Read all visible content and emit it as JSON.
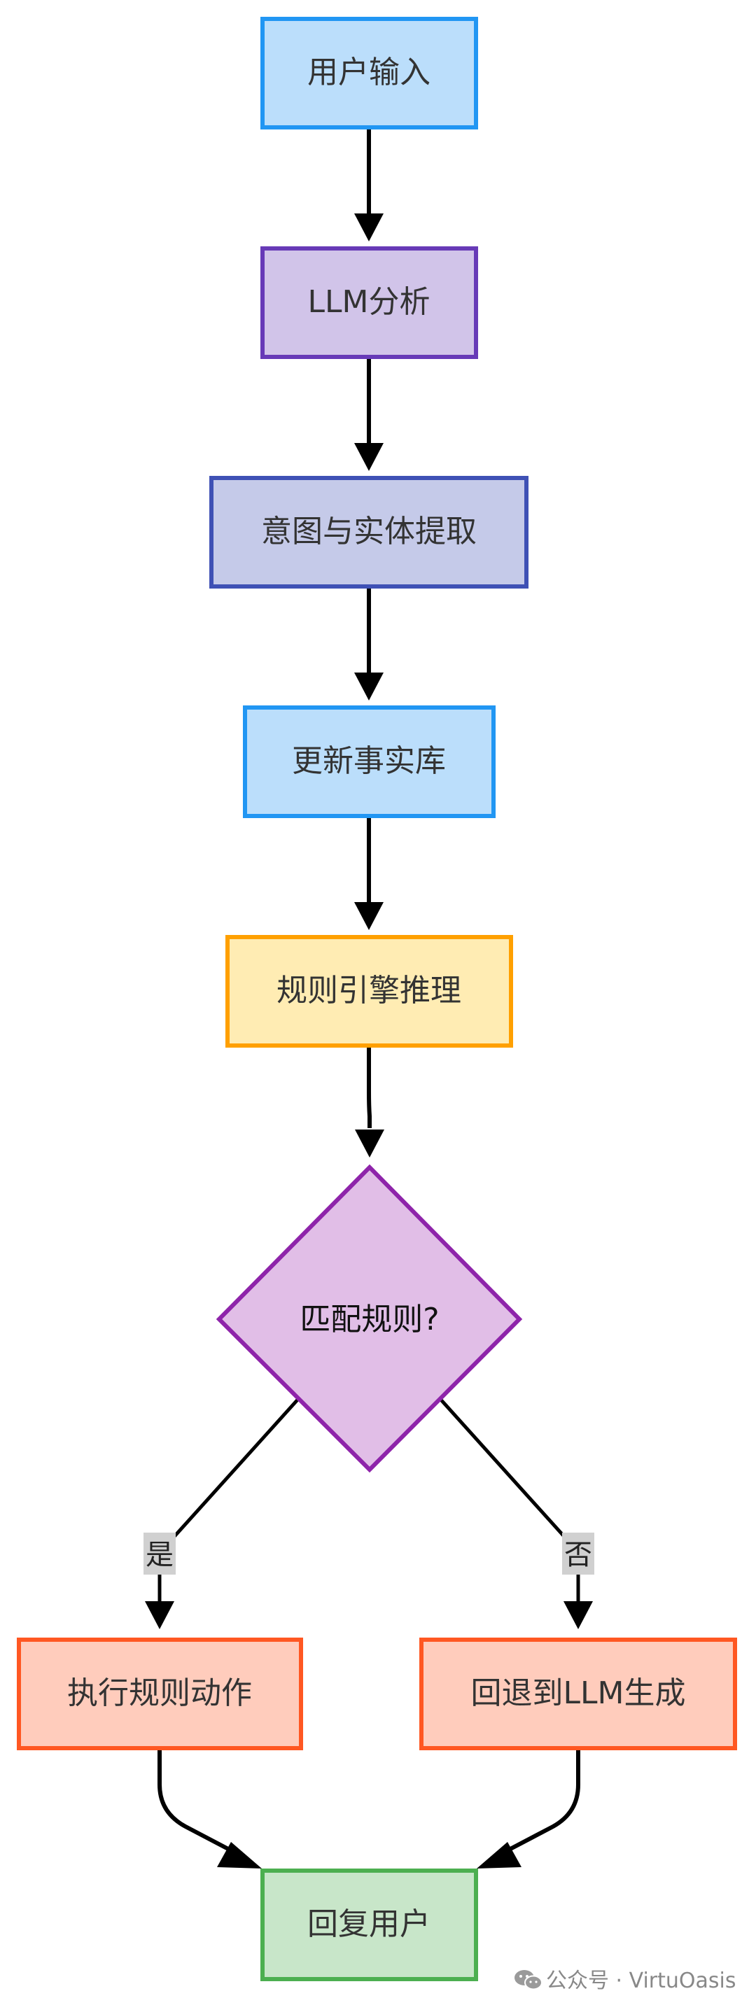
{
  "diagram": {
    "nodes": {
      "user_input": {
        "label": "用户输入",
        "fill": "#bbdefb",
        "stroke": "#2196f3"
      },
      "llm_analysis": {
        "label": "LLM分析",
        "fill": "#d1c4e9",
        "stroke": "#673ab7"
      },
      "intent_extraction": {
        "label": "意图与实体提取",
        "fill": "#c5cae9",
        "stroke": "#3f51b5"
      },
      "update_facts": {
        "label": "更新事实库",
        "fill": "#bbdefb",
        "stroke": "#2196f3"
      },
      "rule_engine": {
        "label": "规则引擎推理",
        "fill": "#ffecb3",
        "stroke": "#ffa000"
      },
      "match_rule": {
        "label": "匹配规则?",
        "fill": "#e1bee7",
        "stroke": "#8e24aa"
      },
      "execute_rule": {
        "label": "执行规则动作",
        "fill": "#ffccbc",
        "stroke": "#ff5722"
      },
      "fallback_llm": {
        "label": "回退到LLM生成",
        "fill": "#ffccbc",
        "stroke": "#ff5722"
      },
      "reply_user": {
        "label": "回复用户",
        "fill": "#c8e6c9",
        "stroke": "#4caf50"
      }
    },
    "edge_labels": {
      "yes": "是",
      "no": "否"
    },
    "edge_color": "#000000",
    "edge_label_bg": "#d0d0d0"
  },
  "watermark": {
    "icon": "wechat-icon",
    "text": "公众号 · VirtuOasis"
  }
}
